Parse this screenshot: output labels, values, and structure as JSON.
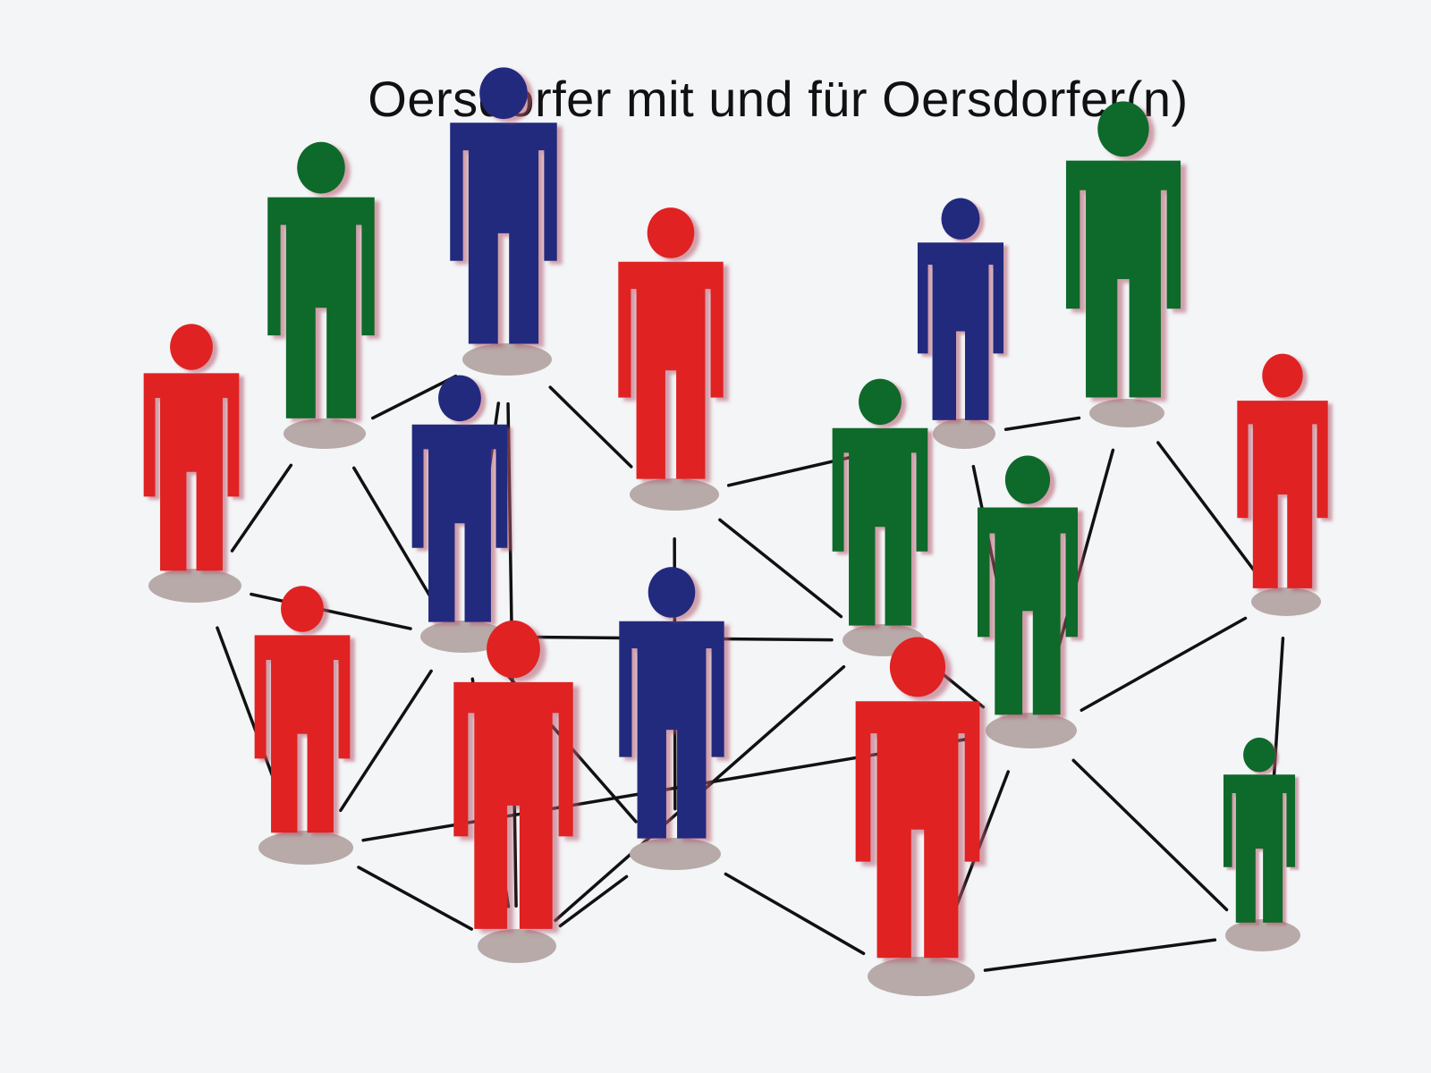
{
  "title": "Oersdorfer mit und für Oersdorfer(n)",
  "colors": {
    "red": "#e02224",
    "blue": "#22297e",
    "green": "#0b6a2b",
    "shadow": "#b7aaa8",
    "line": "#111111",
    "background": "#f3f5f7"
  },
  "people": [
    {
      "id": "p1",
      "color": "red"
    },
    {
      "id": "p2",
      "color": "green"
    },
    {
      "id": "p3",
      "color": "blue"
    },
    {
      "id": "p4",
      "color": "red"
    },
    {
      "id": "p5",
      "color": "blue"
    },
    {
      "id": "p6",
      "color": "green"
    },
    {
      "id": "p7",
      "color": "red"
    },
    {
      "id": "p8",
      "color": "blue"
    },
    {
      "id": "p9",
      "color": "green"
    },
    {
      "id": "p10",
      "color": "blue"
    },
    {
      "id": "p11",
      "color": "red"
    },
    {
      "id": "p12",
      "color": "green"
    },
    {
      "id": "p13",
      "color": "red"
    },
    {
      "id": "p14",
      "color": "blue"
    },
    {
      "id": "p15",
      "color": "red"
    },
    {
      "id": "p16",
      "color": "green"
    }
  ],
  "connections": [
    [
      "p2",
      "p3"
    ],
    [
      "p2",
      "p1"
    ],
    [
      "p2",
      "p5"
    ],
    [
      "p3",
      "p4"
    ],
    [
      "p3",
      "p5"
    ],
    [
      "p3",
      "p7"
    ],
    [
      "p4",
      "p10"
    ],
    [
      "p4",
      "p6"
    ],
    [
      "p4",
      "p8"
    ],
    [
      "p10",
      "p12"
    ],
    [
      "p10",
      "p9"
    ],
    [
      "p12",
      "p11"
    ],
    [
      "p12",
      "p14"
    ],
    [
      "p1",
      "p5"
    ],
    [
      "p1",
      "p13"
    ],
    [
      "p5",
      "p6"
    ],
    [
      "p5",
      "p8"
    ],
    [
      "p6",
      "p9"
    ],
    [
      "p6",
      "p7"
    ],
    [
      "p9",
      "p11"
    ],
    [
      "p9",
      "p14"
    ],
    [
      "p9",
      "p13"
    ],
    [
      "p11",
      "p14"
    ],
    [
      "p11",
      "p16"
    ],
    [
      "p14",
      "p15"
    ],
    [
      "p14",
      "p16"
    ],
    [
      "p5",
      "p13"
    ],
    [
      "p5",
      "p7"
    ],
    [
      "p13",
      "p7"
    ],
    [
      "p7",
      "p8"
    ],
    [
      "p8",
      "p15"
    ],
    [
      "p15",
      "p16"
    ]
  ]
}
